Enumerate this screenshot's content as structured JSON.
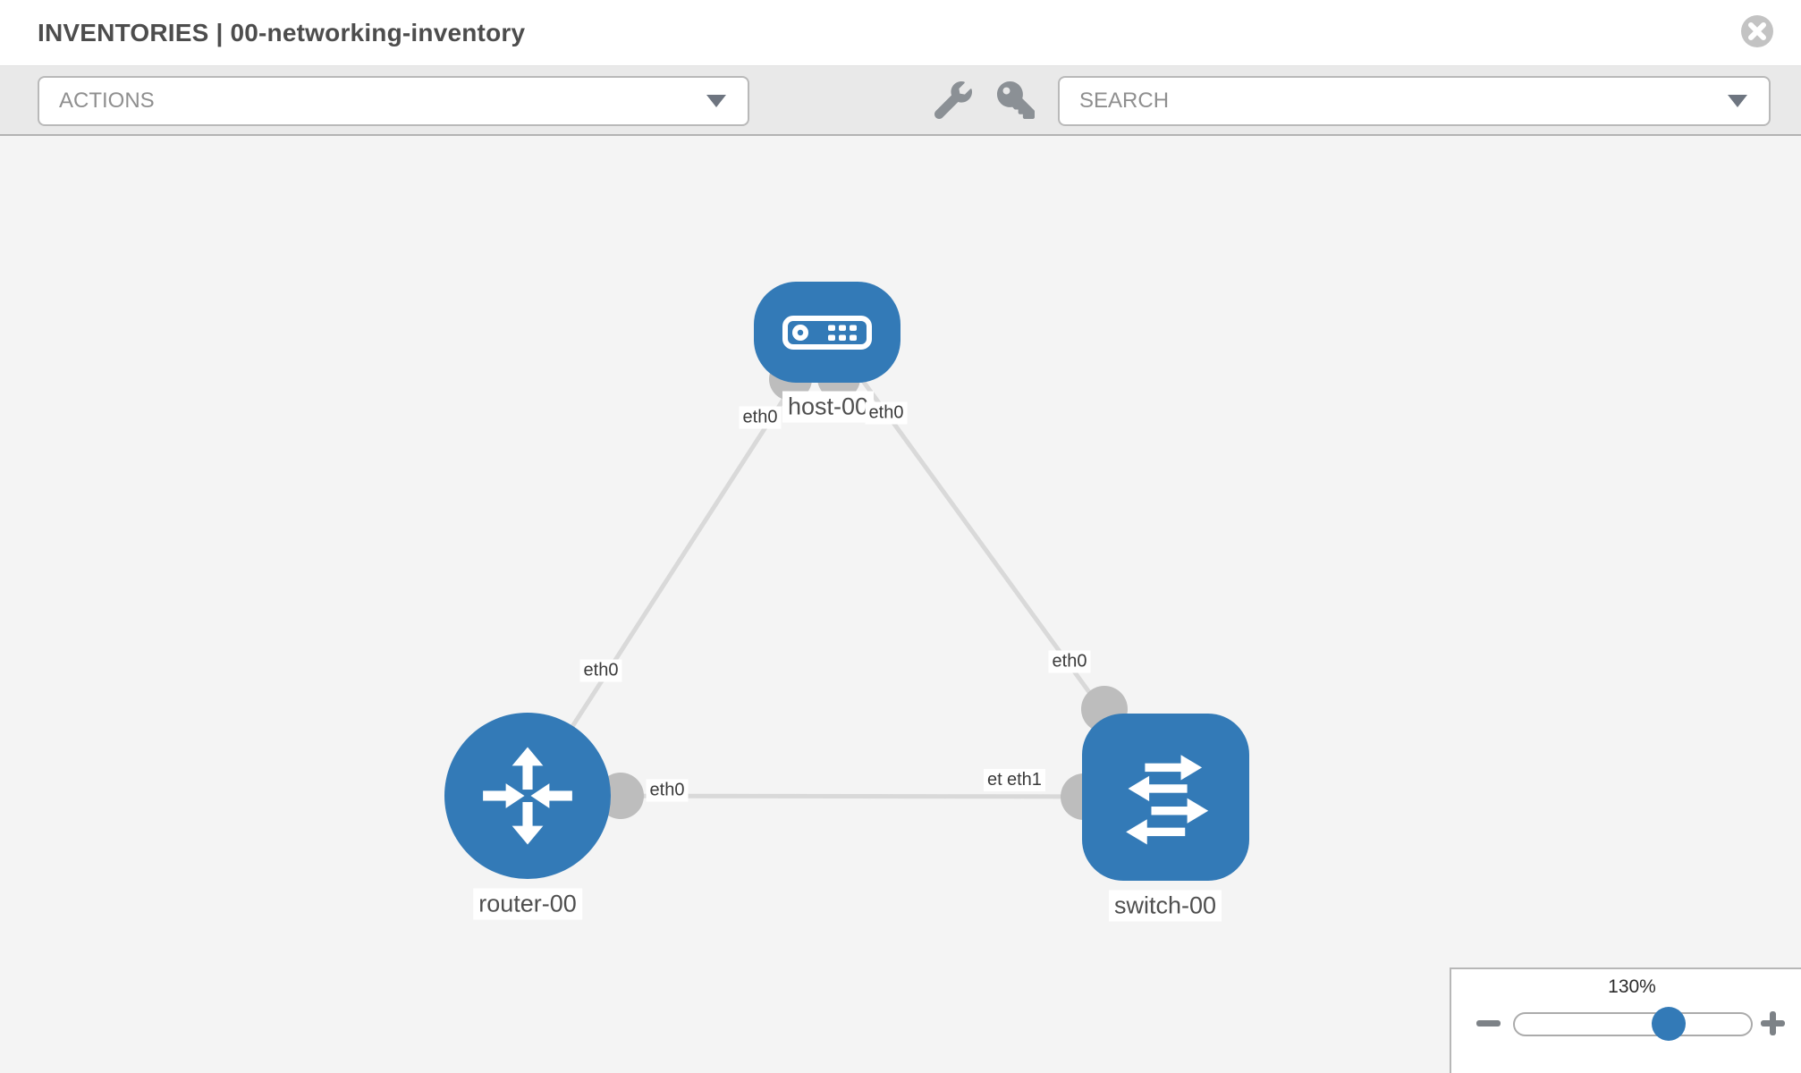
{
  "header": {
    "title": "INVENTORIES | 00-networking-inventory",
    "close_icon": "close-circle-icon"
  },
  "toolbar": {
    "actions_label": "ACTIONS",
    "search_placeholder": "SEARCH",
    "icons": [
      "wrench-icon",
      "key-icon"
    ]
  },
  "topology": {
    "nodes": [
      {
        "label": "host-00",
        "type": "host"
      },
      {
        "label": "router-00",
        "type": "router"
      },
      {
        "label": "switch-00",
        "type": "switch"
      }
    ],
    "edges": [
      {
        "from": "host-00",
        "to": "router-00",
        "from_interface": "eth0",
        "to_interface": "eth0"
      },
      {
        "from": "host-00",
        "to": "switch-00",
        "from_interface": "eth0",
        "to_interface": "eth0"
      },
      {
        "from": "router-00",
        "to": "switch-00",
        "from_interface": "eth0",
        "to_interface": "eth1",
        "to_interface_overlapped": "eth0"
      }
    ]
  },
  "zoom": {
    "level": "130%",
    "minus_icon": "zoom-out-minus-icon",
    "plus_icon": "zoom-in-plus-icon"
  },
  "colors": {
    "node_blue": "#337ab7",
    "connector_gray": "#bdbdbd",
    "edge_gray": "#d9d9d9",
    "toolbar_gray": "#e9e9e9",
    "canvas_gray": "#f4f4f4"
  }
}
